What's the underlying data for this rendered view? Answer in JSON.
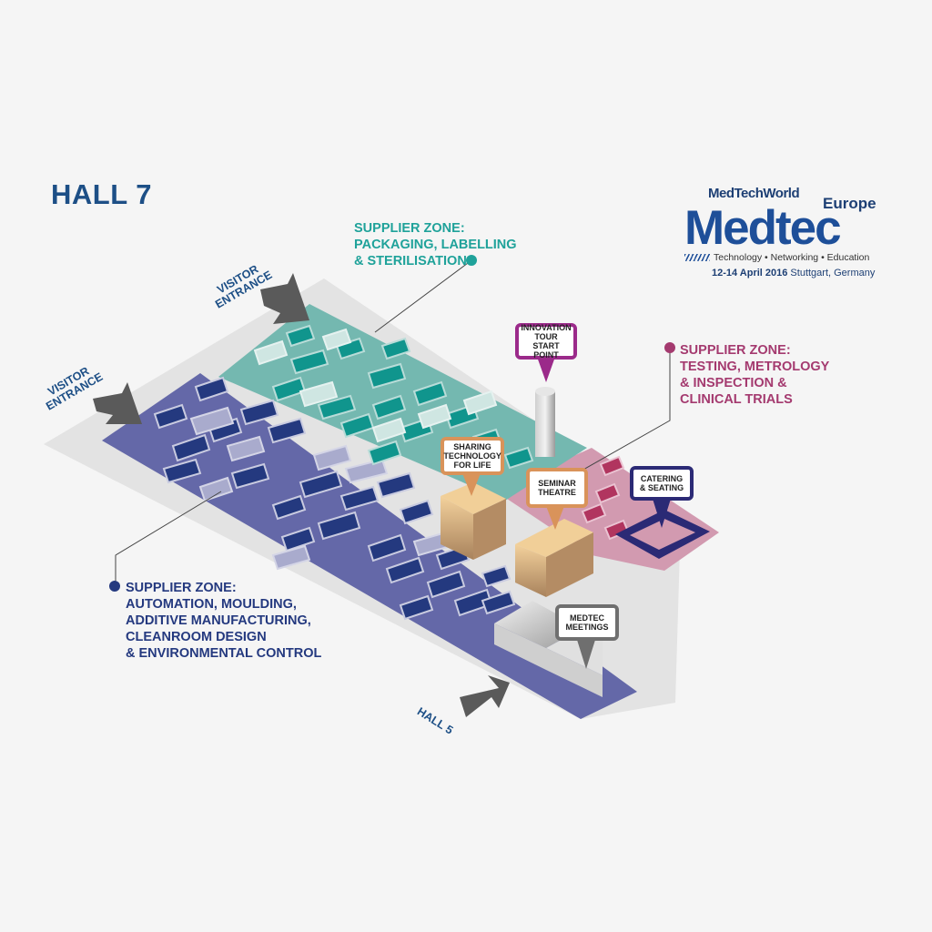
{
  "hall": {
    "title": "HALL 7"
  },
  "logo": {
    "brand_top": "MedTechWorld",
    "region": "Europe",
    "name": "Medtec",
    "tagline": "Technology • Networking • Education",
    "dates_bold": "12-14 April 2016",
    "location": " Stuttgart, Germany"
  },
  "zones": {
    "teal": {
      "lines": [
        "SUPPLIER ZONE:",
        "PACKAGING, LABELLING",
        "& STERILISATION"
      ],
      "color": "#1fa29a"
    },
    "magenta": {
      "lines": [
        "SUPPLIER ZONE:",
        "TESTING, METROLOGY",
        "& INSPECTION &",
        "CLINICAL TRIALS"
      ],
      "color": "#a43a6f"
    },
    "blue": {
      "lines": [
        "SUPPLIER ZONE:",
        "AUTOMATION, MOULDING,",
        "ADDITIVE MANUFACTURING,",
        "CLEANROOM DESIGN",
        "& ENVIRONMENTAL CONTROL"
      ],
      "color": "#24397f"
    }
  },
  "callouts": {
    "innovation": {
      "label": "INNOVATION TOUR START POINT",
      "color": "#9b2a8a"
    },
    "sharing": {
      "label": "SHARING TECHNOLOGY FOR LIFE",
      "color": "#d9935a"
    },
    "seminar": {
      "label": "SEMINAR THEATRE",
      "color": "#d9935a"
    },
    "catering": {
      "label": "CATERING & SEATING",
      "color": "#2b2a75"
    },
    "meetings": {
      "label": "MEDTEC MEETINGS",
      "color": "#6f6f6f"
    }
  },
  "entrances": {
    "top": {
      "line1": "VISITOR",
      "line2": "ENTRANCE"
    },
    "left": {
      "line1": "VISITOR",
      "line2": "ENTRANCE"
    },
    "hall5": "HALL 5"
  },
  "colors": {
    "background": "#f5f5f5",
    "floor": "#e3e3e3",
    "blue_zone": "#6468a8",
    "teal_zone": "#74b8b0",
    "pink_zone": "#d29ab0",
    "brand_blue": "#1d4f86"
  }
}
